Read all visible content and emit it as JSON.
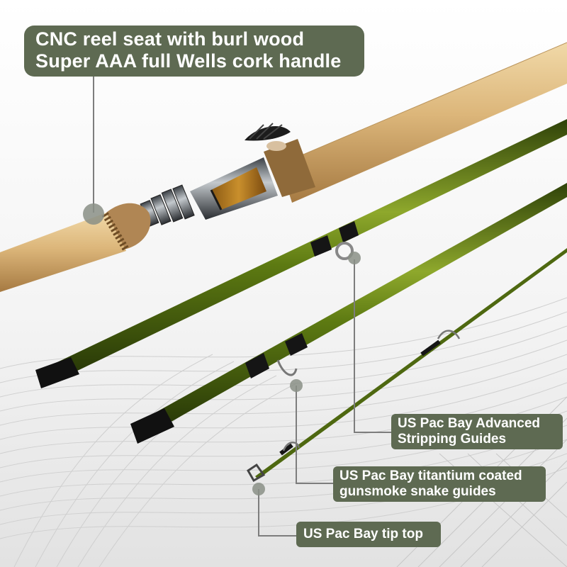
{
  "callouts": {
    "main": {
      "line1": "CNC reel seat with burl wood",
      "line2": "Super AAA full Wells cork handle"
    },
    "stripping_guides": {
      "line1": "US Pac Bay Advanced",
      "line2": "Stripping Guides"
    },
    "snake_guides": {
      "line1": "US Pac Bay titantium coated",
      "line2": "gunsmoke snake guides"
    },
    "tip_top": {
      "line1": "US Pac Bay tip top"
    }
  },
  "colors": {
    "callout_bg": "#5e6a52",
    "callout_text": "#ffffff",
    "rod_blank": "#5e7a14",
    "cork": "#d9b47a"
  }
}
